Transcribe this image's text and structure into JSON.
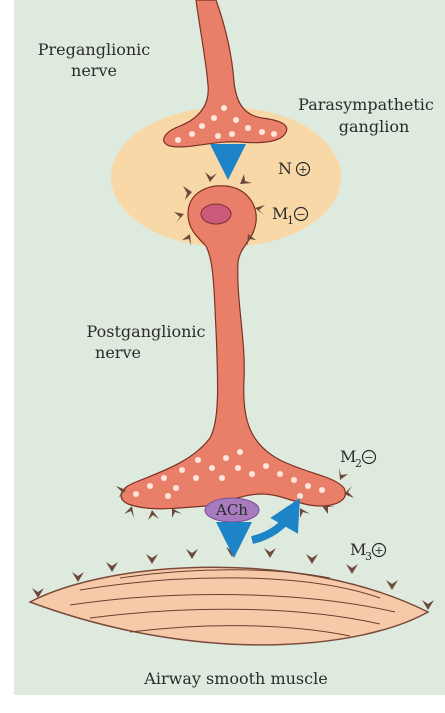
{
  "labels": {
    "preganglionic_line1": "Preganglionic",
    "preganglionic_line2": "nerve",
    "parasympathetic_line1": "Parasympathetic",
    "parasympathetic_line2": "ganglion",
    "postganglionic_line1": "Postganglionic",
    "postganglionic_line2": "nerve",
    "airway_muscle": "Airway smooth muscle",
    "ach": "ACh"
  },
  "receptors": {
    "n": {
      "letter": "N",
      "subscript": "",
      "sign": "+"
    },
    "m1": {
      "letter": "M",
      "subscript": "1",
      "sign": "−"
    },
    "m2": {
      "letter": "M",
      "subscript": "2",
      "sign": "−"
    },
    "m3": {
      "letter": "M",
      "subscript": "3",
      "sign": "+"
    }
  },
  "colors": {
    "background": "#dfeadf",
    "ganglion": "#f9d8a8",
    "nerve": "#ea7f69",
    "nerve_outline": "#7a3326",
    "vesicle": "#fde6dc",
    "cell_nucleus": "#cc5a7a",
    "muscle": "#f6c9a8",
    "muscle_outline": "#7a4a3a",
    "arrow": "#1d84c8",
    "ach_bubble": "#a77bbd",
    "receptor": "#6b4a3a"
  }
}
